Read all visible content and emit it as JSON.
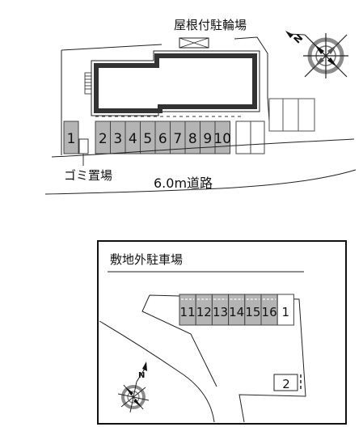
{
  "site_plan": {
    "roofed_bicycle_parking": "屋根付駐輪場",
    "garbage_area": "ゴミ置場",
    "road_label": "6.0m道路",
    "spaces": [
      "1",
      "2",
      "3",
      "4",
      "5",
      "6",
      "7",
      "8",
      "9",
      "10"
    ]
  },
  "offsite_parking": {
    "title": "敷地外駐車場",
    "spaces": [
      "11",
      "12",
      "13",
      "14",
      "15",
      "16",
      "1"
    ],
    "extra_space": "2"
  },
  "compass": {
    "north_label": "N"
  },
  "colors": {
    "space_fill": "#b4b4b4",
    "building_outline": "#111111",
    "compass_ring": "#8c8c8c"
  }
}
